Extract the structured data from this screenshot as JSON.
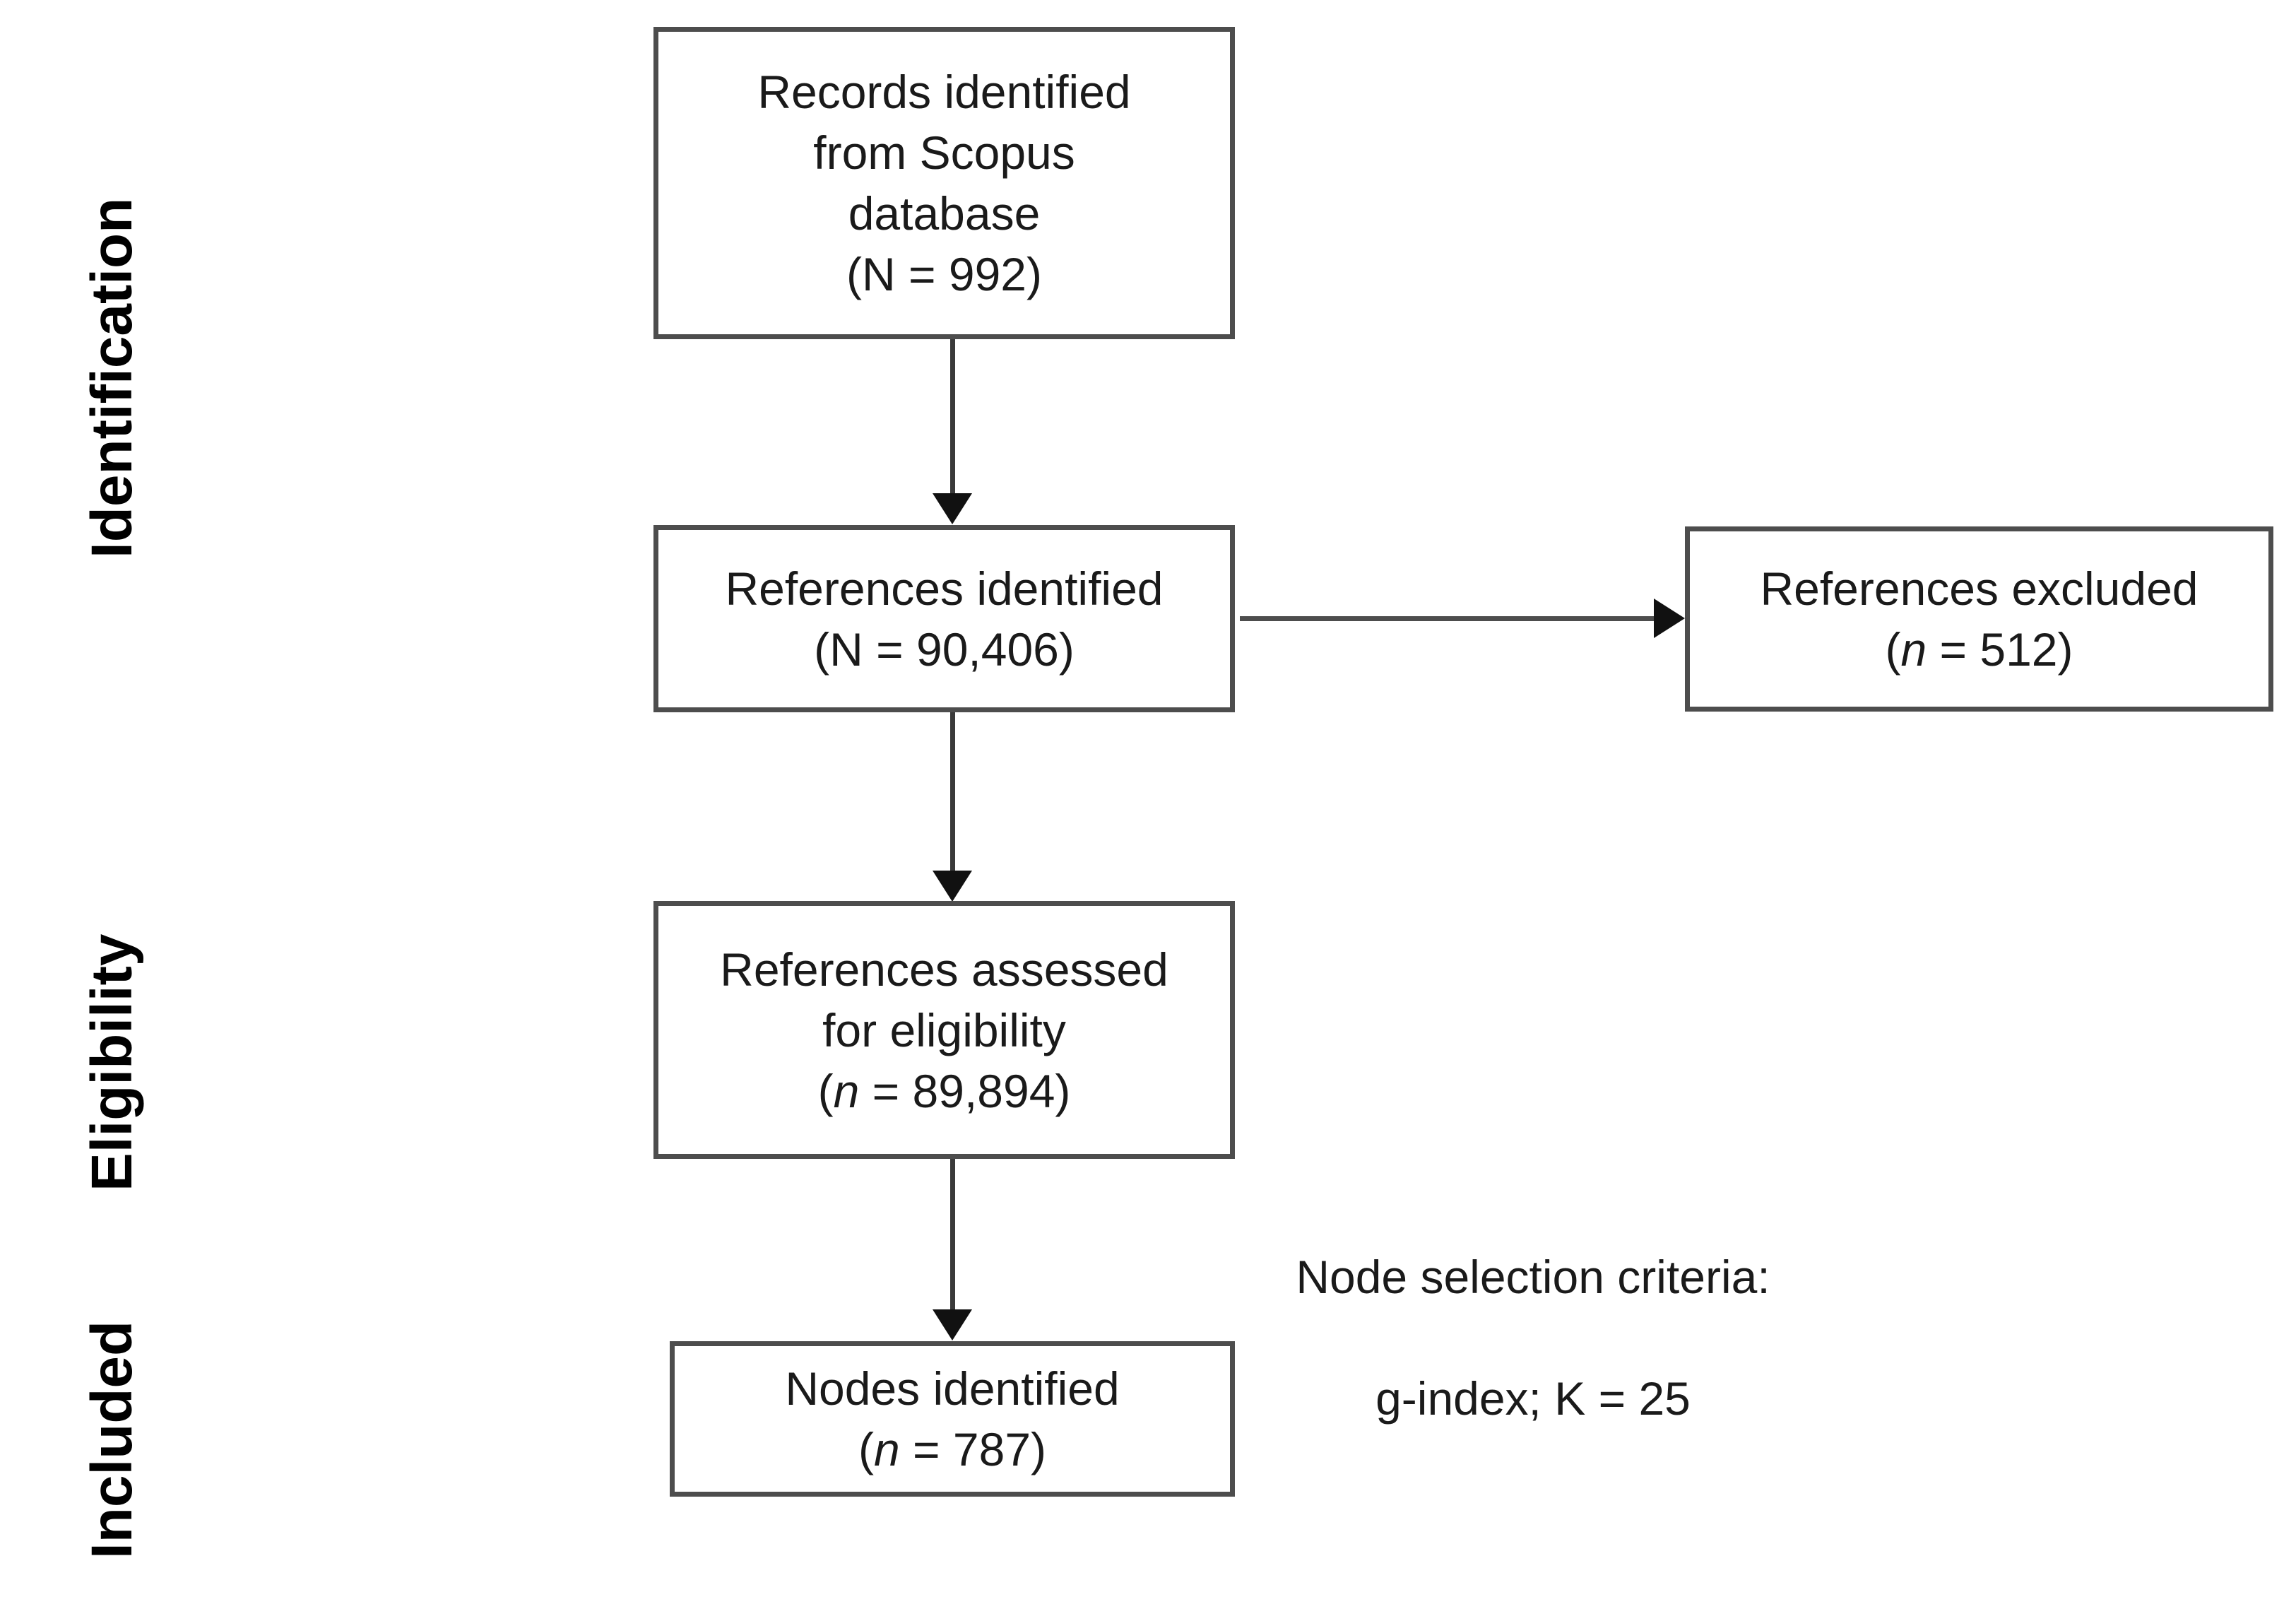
{
  "diagram": {
    "type": "prisma-flow-diagram",
    "stages": [
      {
        "id": "identification",
        "label": "Identification"
      },
      {
        "id": "eligibility",
        "label": "Eligibility"
      },
      {
        "id": "included",
        "label": "Included"
      }
    ],
    "boxes": [
      {
        "id": "records-identified",
        "lines": [
          "Records identified",
          "from Scopus",
          "database",
          "(N = 992)"
        ],
        "count_label": "N = 992",
        "count": 992
      },
      {
        "id": "references-identified",
        "lines": [
          "References identified",
          "(N = 90,406)"
        ],
        "count_label": "N = 90,406",
        "count": 90406
      },
      {
        "id": "references-excluded",
        "lines": [
          "References excluded",
          "(n = 512)"
        ],
        "count_label": "n = 512",
        "count": 512
      },
      {
        "id": "references-assessed",
        "lines": [
          "References assessed",
          "for eligibility",
          "(n = 89,894)"
        ],
        "count_label": "n = 89,894",
        "count": 89894
      },
      {
        "id": "nodes-identified",
        "lines": [
          "Nodes identified",
          "(n = 787)"
        ],
        "count_label": "n = 787",
        "count": 787
      }
    ],
    "box_text": {
      "records_identified_l1": "Records identified",
      "records_identified_l2": "from Scopus",
      "records_identified_l3": "database",
      "records_identified_l4": "(N = 992)",
      "references_identified_l1": "References identified",
      "references_identified_l2": "(N = 90,406)",
      "references_excluded_l1": "References excluded",
      "references_excluded_open": "(",
      "references_excluded_var": "n",
      "references_excluded_val": " = 512)",
      "references_assessed_l1": "References assessed",
      "references_assessed_l2": "for eligibility",
      "references_assessed_open": "(",
      "references_assessed_var": "n",
      "references_assessed_val": " = 89,894)",
      "nodes_identified_l1": "Nodes identified",
      "nodes_identified_open": "(",
      "nodes_identified_var": "n",
      "nodes_identified_val": " = 787)"
    },
    "note": {
      "line1": "Node selection criteria:",
      "line2": "g-index; K = 25",
      "criteria": "g-index",
      "k_value": 25
    },
    "colors": {
      "box_border": "#4d4d4d",
      "box_fill": "#ffffff",
      "text": "#1a1a1a",
      "label_text": "#000000",
      "connector": "#3a3a3a",
      "background": "#ffffff"
    }
  }
}
